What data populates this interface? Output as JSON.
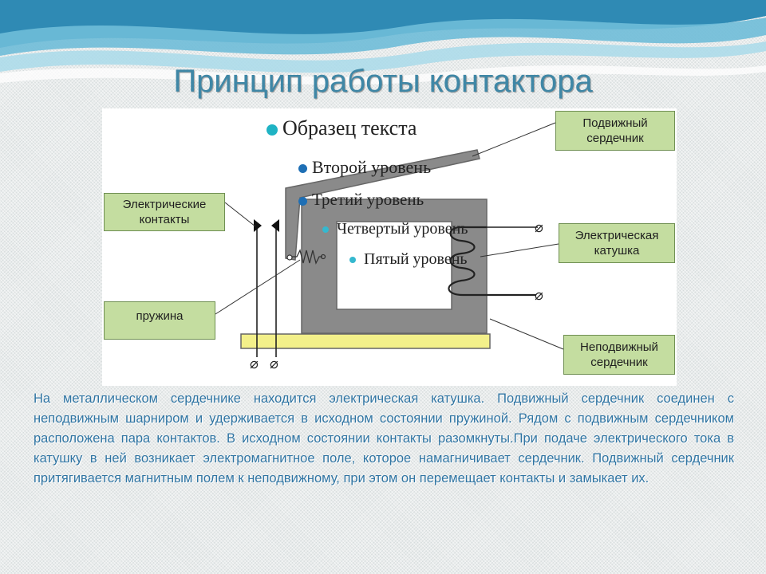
{
  "slide": {
    "title": "Принцип работы контактора",
    "bullets": [
      "Образец текста",
      "Второй уровень",
      "Третий уровень",
      "Четвертый уровень",
      "Пятый уровень"
    ],
    "description": "На металлическом сердечнике находится электрическая катушка. Подвижный сердечник соединен с неподвижным шарниром и удерживается в исходном состоянии пружиной. Рядом с подвижным сердечником расположена пара контактов. В исходном состоянии контакты разомкнуты.При подаче электрического тока в катушку в ней возникает электромагнитное поле, которое намагничивает сердечник. Подвижный сердечник притягивается магнитным полем к неподвижному, при этом он перемещает контакты и замыкает их."
  },
  "labels": {
    "contacts": "Электрические контакты",
    "spring": "пружина",
    "moving_core": "Подвижный сердечник",
    "coil": "Электрическая катушка",
    "fixed_core": "Неподвижный сердечник"
  },
  "terminal_symbol": "⌀",
  "colors": {
    "title": "#3f87a6",
    "description": "#2f74a2",
    "label_fill": "#c4dda0",
    "label_border": "#6f8f52",
    "core": "#8a8a8a",
    "base": "#f3f08a",
    "bullet_level1": "#1fb3c4",
    "bullet_level2": "#1e6fb5",
    "bullet_level4": "#35b8cf"
  }
}
